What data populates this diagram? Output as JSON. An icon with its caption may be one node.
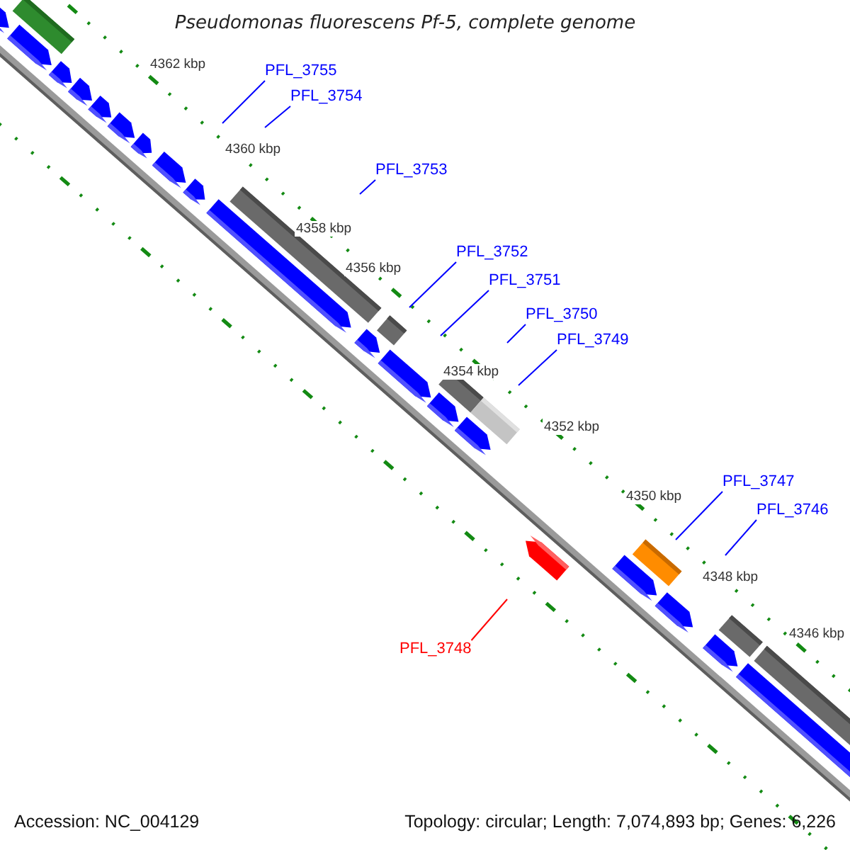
{
  "diagram": {
    "title": "Pseudomonas fluorescens Pf-5, complete genome",
    "nodes": [
      {
        "text": [
          "PFL_3755"
        ]
      },
      {
        "text": [
          "PFL_3754"
        ]
      },
      {
        "text": [
          "PFL_3753"
        ]
      },
      {
        "text": [
          "PFL_3752"
        ]
      },
      {
        "text": [
          "PFL_3751"
        ]
      },
      {
        "text": [
          "PFL_3750"
        ]
      },
      {
        "text": [
          "PFL_3749"
        ]
      },
      {
        "text": [
          "PFL_3747"
        ]
      },
      {
        "text": [
          "PFL_3746"
        ]
      },
      {
        "text": [
          "PFL_3748"
        ]
      }
    ],
    "edges": [
      {
        "from": 0,
        "to": null,
        "arrow": "none"
      },
      {
        "from": 1,
        "to": null,
        "arrow": "none"
      },
      {
        "from": 2,
        "to": null,
        "arrow": "none"
      },
      {
        "from": 3,
        "to": null,
        "arrow": "none"
      },
      {
        "from": 4,
        "to": null,
        "arrow": "none"
      },
      {
        "from": 5,
        "to": null,
        "arrow": "none"
      },
      {
        "from": 6,
        "to": null,
        "arrow": "none"
      },
      {
        "from": 7,
        "to": null,
        "arrow": "none"
      },
      {
        "from": 8,
        "to": null,
        "arrow": "none"
      },
      {
        "from": 9,
        "to": null,
        "arrow": "none",
        "color": "#ff0000"
      }
    ],
    "labels": [
      "4362 kbp",
      "4360 kbp",
      "4358 kbp",
      "4356 kbp",
      "4354 kbp",
      "4352 kbp",
      "4350 kbp",
      "4348 kbp",
      "4346 kbp",
      "Accession: NC_004129",
      "Topology: circular; Length: 7,074,893 bp; Genes: 6,226"
    ]
  }
}
